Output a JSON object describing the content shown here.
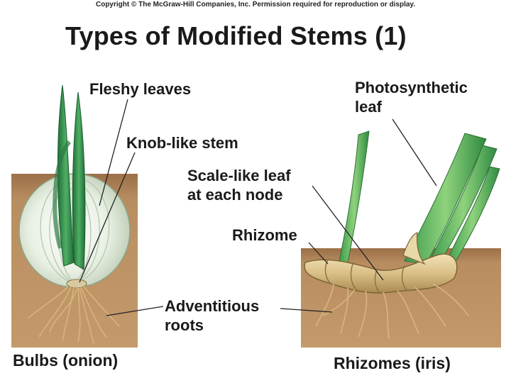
{
  "copyright": "Copyright © The McGraw-Hill Companies, Inc. Permission required for reproduction or display.",
  "title": "Types of Modified Stems (1)",
  "labels": {
    "fleshy_leaves": "Fleshy leaves",
    "knob_like_stem": "Knob-like stem",
    "photosynthetic_leaf_1": "Photosynthetic",
    "photosynthetic_leaf_2": "leaf",
    "scale_like_leaf_1": "Scale-like leaf",
    "scale_like_leaf_2": "at each node",
    "rhizome": "Rhizome",
    "adventitious_roots_1": "Adventitious",
    "adventitious_roots_2": "roots"
  },
  "captions": {
    "bulbs": "Bulbs (onion)",
    "rhizomes": "Rhizomes (iris)"
  },
  "colors": {
    "soil": "#b3885c",
    "onion_bulb": "#eef3ea",
    "leaf_green": "#2f8a4a",
    "rhizome": "#d8c28f",
    "root": "#c9a66b"
  }
}
